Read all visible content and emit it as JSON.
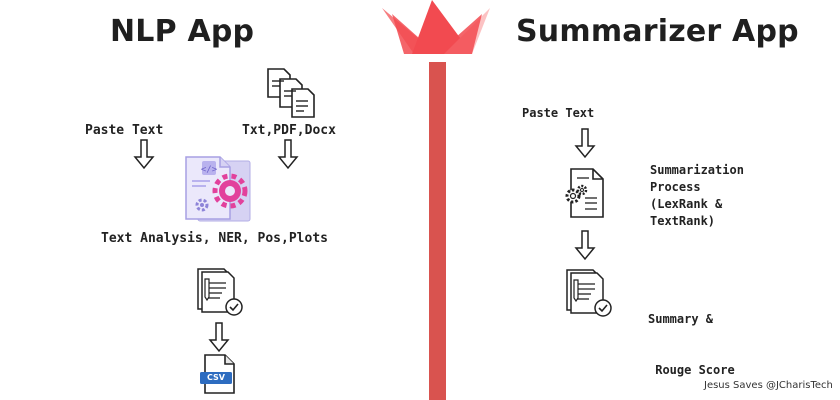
{
  "colors": {
    "accent": "#d9534f",
    "logo_dark": "#f24a50",
    "logo_mid": "#f67d80",
    "logo_light": "#fcc2c3"
  },
  "left": {
    "title": "NLP App",
    "paste_label": "Paste Text",
    "formats_label": "Txt,PDF,Docx",
    "analysis_label": "Text Analysis, NER, Pos,Plots",
    "csv_label": "CSV"
  },
  "right": {
    "title": "Summarizer App",
    "paste_label": "Paste Text",
    "process_lines": [
      "Summarization",
      "Process",
      "(LexRank &",
      "TextRank)"
    ],
    "result_lines": [
      "Summary &",
      " Rouge Score"
    ]
  },
  "footer": "Jesus Saves @JCharisTech",
  "icons": {
    "logo": "crown-logo-icon",
    "files": "stacked-files-icon",
    "analysis": "code-gear-document-icon",
    "checked_doc": "checked-document-icon",
    "csv": "csv-file-icon",
    "gear_doc": "gear-document-icon",
    "arrow": "down-arrow-icon"
  }
}
